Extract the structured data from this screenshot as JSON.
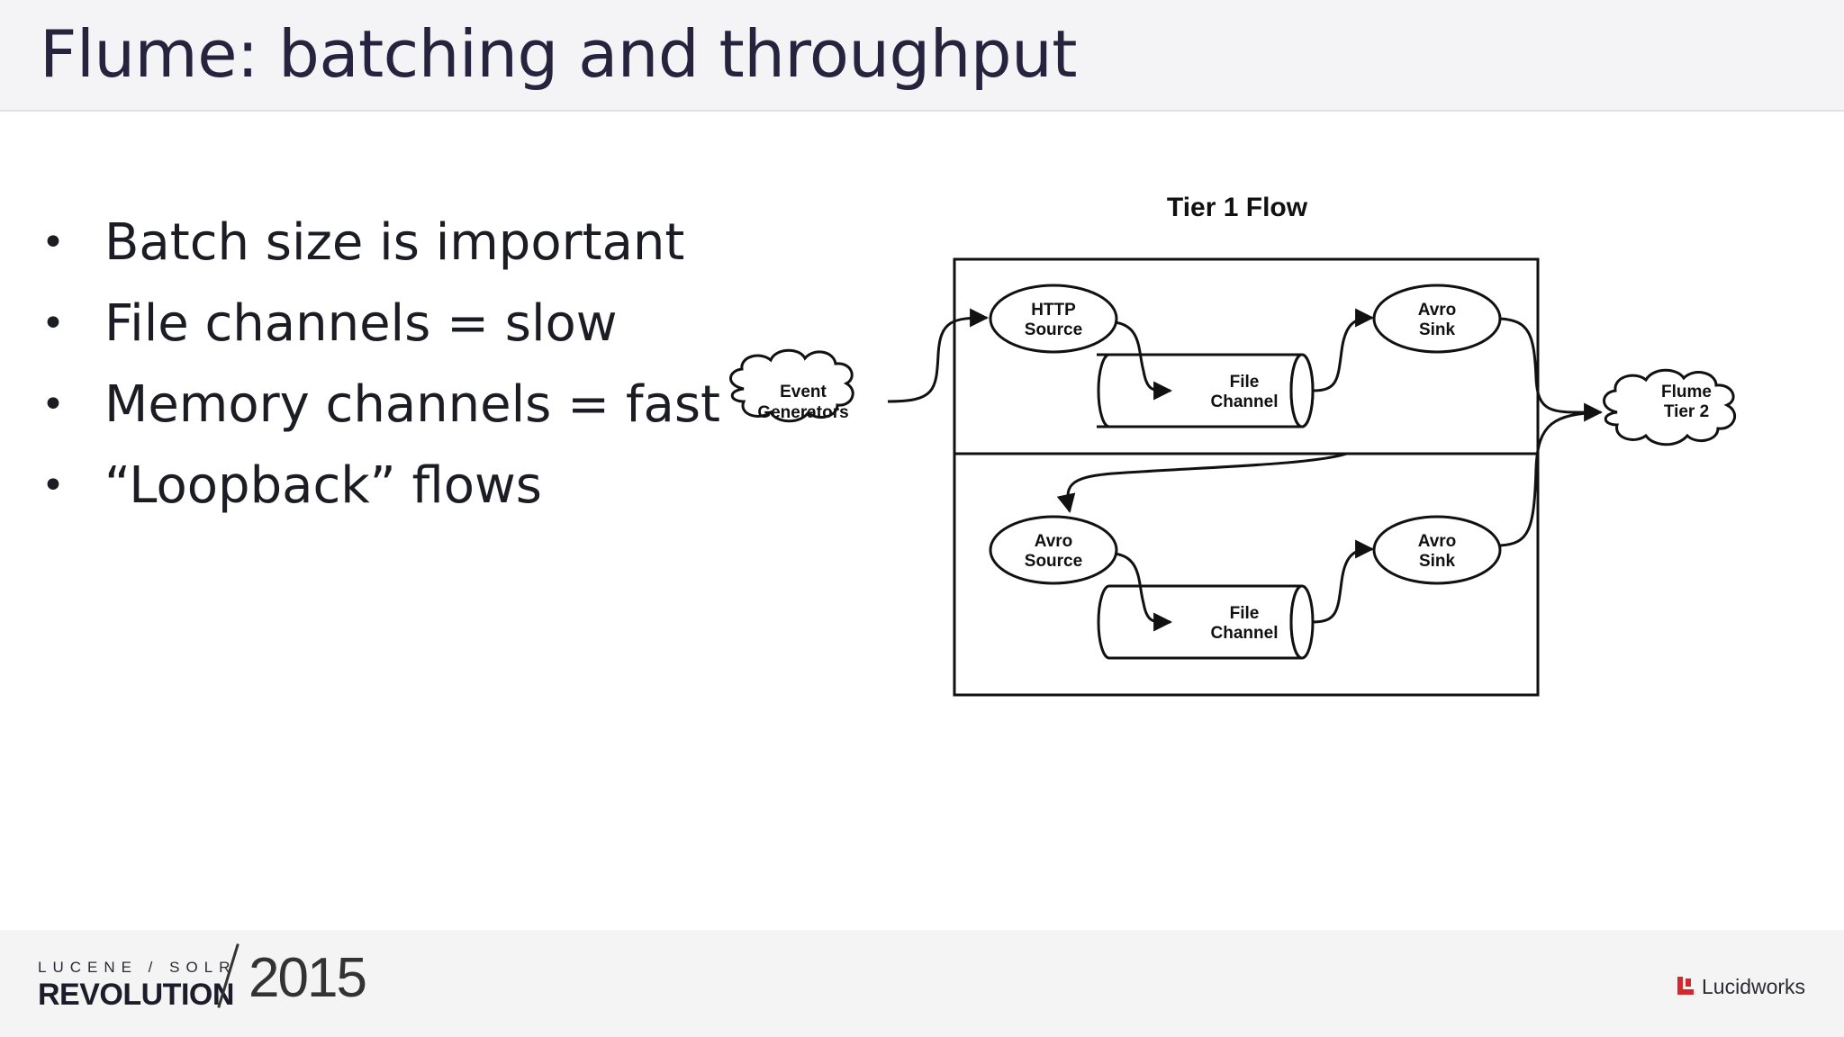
{
  "slide": {
    "title": "Flume: batching and throughput",
    "bullets": [
      "Batch size is important",
      "File channels = slow",
      "Memory channels = fast",
      "“Loopback” flows"
    ]
  },
  "diagram": {
    "title": "Tier 1 Flow",
    "event_generators": [
      "Event",
      "Generators"
    ],
    "http_source": [
      "HTTP",
      "Source"
    ],
    "file_channel_top": [
      "File",
      "Channel"
    ],
    "avro_sink_top": [
      "Avro",
      "Sink"
    ],
    "avro_source": [
      "Avro",
      "Source"
    ],
    "file_channel_bottom": [
      "File",
      "Channel"
    ],
    "avro_sink_bottom": [
      "Avro",
      "Sink"
    ],
    "flume_tier2": [
      "Flume",
      "Tier 2"
    ]
  },
  "footer": {
    "conf_small": "LUCENE / SOLR",
    "conf_big": "REVOLUTION",
    "year": "2015",
    "brand": "Lucidworks"
  },
  "colors": {
    "title": "#26233f",
    "accent_red": "#d4272e"
  }
}
